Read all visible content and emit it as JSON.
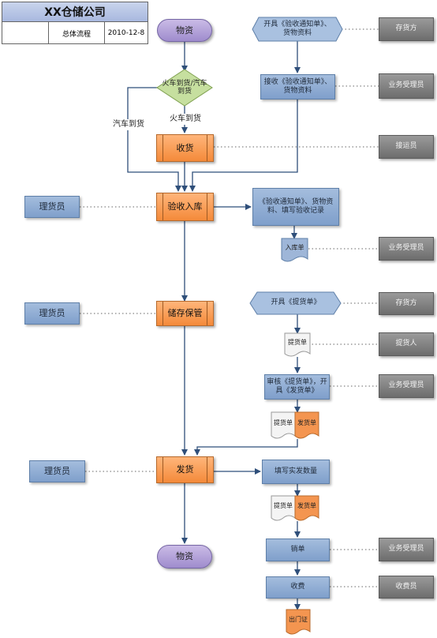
{
  "header": {
    "company": "XX仓储公司",
    "subtitle": "总体流程",
    "date": "2010-12-8"
  },
  "terminals": {
    "start": "物资",
    "end": "物资"
  },
  "decision": {
    "label": "火车到货/汽车到货"
  },
  "edge_labels": {
    "truck": "汽车到货",
    "train": "火车到货"
  },
  "process": {
    "receive": "收货",
    "inbound": "验收入库",
    "storage": "储存保管",
    "shipping": "发货"
  },
  "supplier_steps": {
    "notice": "开具《验收通知单》、货物资料",
    "accept_notice": "接收《验收通知单》、货物资料",
    "inbound_docs": "《验收通知单》、货物资料、填写验收记录",
    "pick_order": "开具《提货单》",
    "review": "审核《提货单》，开具《发货单》",
    "fill_qty": "填写实发数量",
    "cancel": "销单",
    "fee": "收费"
  },
  "documents": {
    "inbound_slip": "入库单",
    "pick_slip": "提货单",
    "pick_slip_2": "提货单",
    "ship_slip_2": "发货单",
    "pick_slip_3": "提货单",
    "ship_slip_3": "发货单",
    "exit_pass": "出门证"
  },
  "roles": {
    "storer_1": "理货员",
    "storer_2": "理货员",
    "storer_3": "理货员",
    "cargo_owner_1": "存货方",
    "business_clerk_1": "业务受理员",
    "transport_clerk": "接运员",
    "business_clerk_2": "业务受理员",
    "cargo_owner_2": "存货方",
    "picker": "提货人",
    "business_clerk_3": "业务受理员",
    "business_clerk_4": "业务受理员",
    "cashier": "收费员"
  },
  "colors": {
    "process_orange": "#f48a3a",
    "process_blue": "#8ea9d2",
    "role_grey": "#7f7f7f",
    "terminal_purple": "#b3a3d9",
    "decision_green": "#c6df9f",
    "flow_line": "#2f4f7a"
  }
}
